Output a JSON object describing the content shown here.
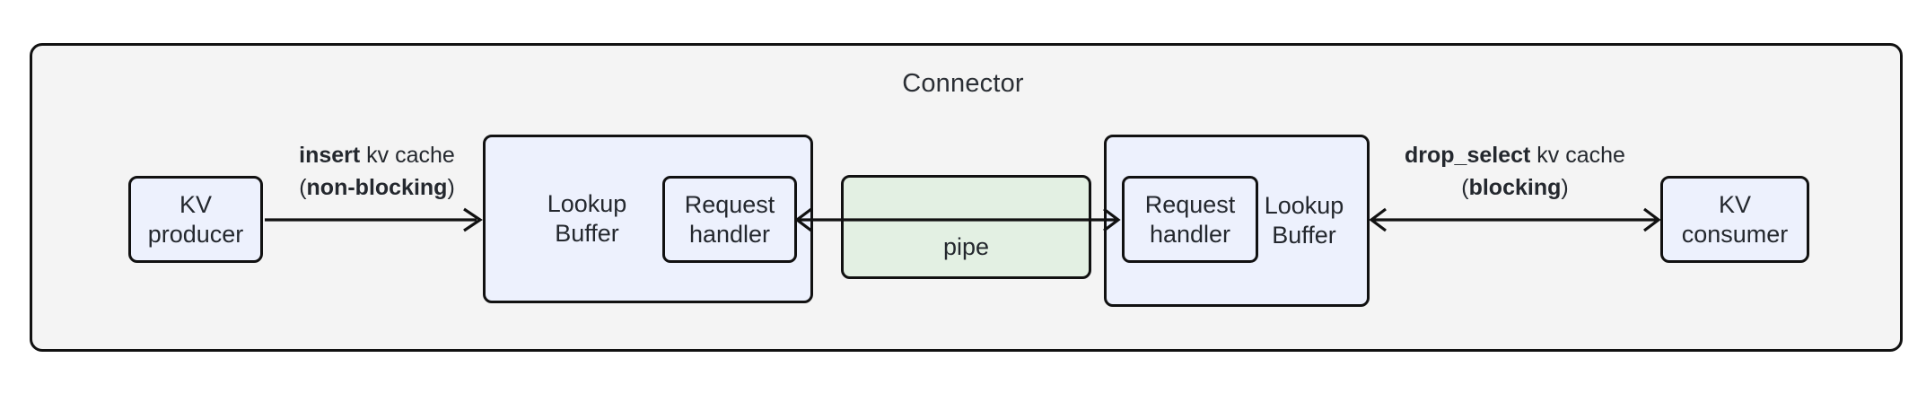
{
  "diagram": {
    "type": "block-diagram",
    "title": "Connector",
    "colors": {
      "container_fill": "#f4f4f4",
      "node_blue_fill": "#edf1fd",
      "node_green_fill": "#e3f0e3",
      "stroke": "#111111",
      "text": "#24282e"
    },
    "nodes": {
      "kv_producer": "KV\nproducer",
      "lookup_buffer_left": "Lookup\nBuffer",
      "request_handler_left": "Request\nhandler",
      "pipe": "pipe",
      "lookup_buffer_right": "Lookup\nBuffer",
      "request_handler_right": "Request\nhandler",
      "kv_consumer": "KV\nconsumer"
    },
    "edges": [
      {
        "id": "insert",
        "from": "kv_producer",
        "to": "lookup_buffer_left",
        "direction": "right",
        "label_line1_bold": "insert",
        "label_line1_rest": " kv cache",
        "label_line2_prefix": "(",
        "label_line2_bold": "non-blocking",
        "label_line2_suffix": ")"
      },
      {
        "id": "pipe-transfer",
        "from": "lookup_buffer_left",
        "to": "request_handler_right",
        "direction": "bidirectional-through-pipe",
        "label_line1_bold": "",
        "label_line1_rest": "",
        "label_line2_prefix": "",
        "label_line2_bold": "",
        "label_line2_suffix": ""
      },
      {
        "id": "drop_select",
        "from": "lookup_buffer_right",
        "to": "kv_consumer",
        "direction": "bidirectional",
        "label_line1_bold": "drop_select",
        "label_line1_rest": " kv cache",
        "label_line2_prefix": "(",
        "label_line2_bold": "blocking",
        "label_line2_suffix": ")"
      }
    ]
  }
}
